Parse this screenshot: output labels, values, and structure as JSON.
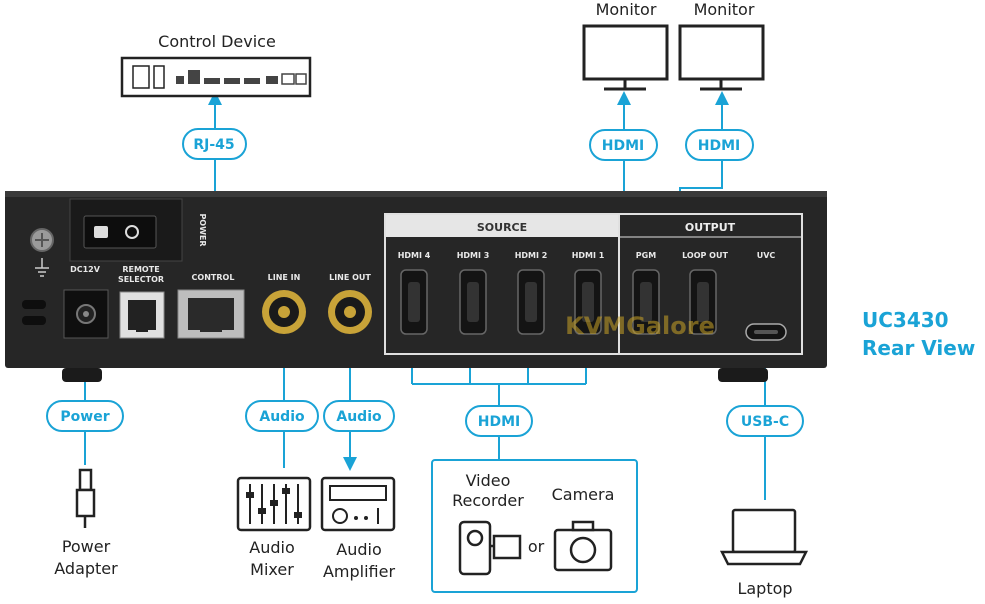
{
  "title": {
    "model": "UC3430",
    "subtitle": "Rear View"
  },
  "devices": {
    "control_device": "Control Device",
    "monitor_1": "Monitor",
    "monitor_2": "Monitor",
    "power_adapter_line1": "Power",
    "power_adapter_line2": "Adapter",
    "audio_mixer_line1": "Audio",
    "audio_mixer_line2": "Mixer",
    "audio_amplifier_line1": "Audio",
    "audio_amplifier_line2": "Amplifier",
    "video_recorder_line1": "Video",
    "video_recorder_line2": "Recorder",
    "or_text": "or",
    "camera": "Camera",
    "laptop": "Laptop"
  },
  "connections": {
    "rj45": "RJ-45",
    "hdmi_monitor_1": "HDMI",
    "hdmi_monitor_2": "HDMI",
    "power": "Power",
    "audio_in": "Audio",
    "audio_out": "Audio",
    "hdmi_source": "HDMI",
    "usb_c": "USB-C"
  },
  "panel": {
    "power_switch": "POWER",
    "dc_label": "DC12V",
    "remote_selector_line1": "REMOTE",
    "remote_selector_line2": "SELECTOR",
    "control": "CONTROL",
    "line_in": "LINE IN",
    "line_out": "LINE OUT",
    "source_header": "SOURCE",
    "output_header": "OUTPUT",
    "hdmi4": "HDMI 4",
    "hdmi3": "HDMI 3",
    "hdmi2": "HDMI 2",
    "hdmi1": "HDMI 1",
    "pgm": "PGM",
    "loop_out": "LOOP OUT",
    "uvc": "UVC"
  },
  "watermark": "KVMGalore",
  "colors": {
    "accent": "#1aa3d6",
    "panel": "#262626",
    "text": "#222222"
  }
}
